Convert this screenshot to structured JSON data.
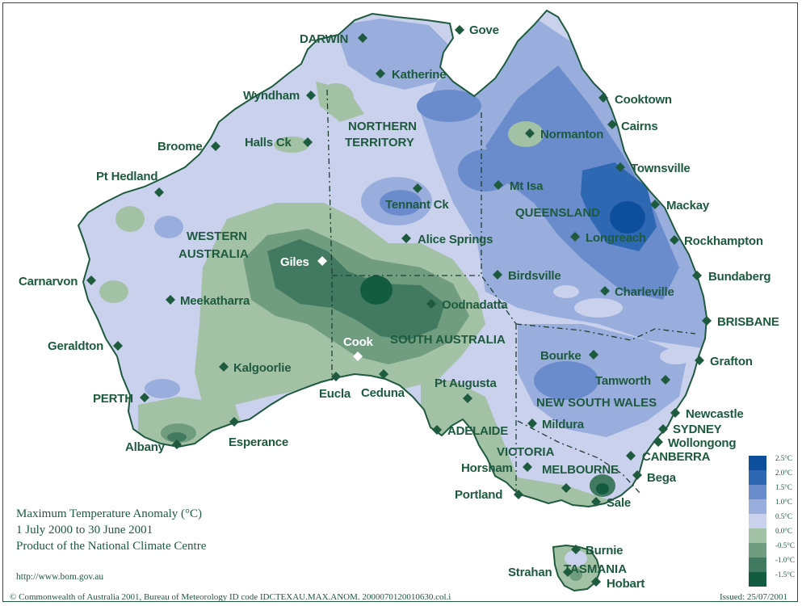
{
  "title": "Maximum Temperature Anomaly (°C)",
  "period": "1 July 2000 to 30 June 2001",
  "producer": "Product of the National Climate Centre",
  "url": "http://www.bom.gov.au",
  "copyright": "© Commonwealth of Australia 2001, Bureau of Meteorology ID code IDCTEXAU.MAX.ANOM. 2000070120010630.col.i",
  "issued": "Issued: 25/07/2001",
  "legend": [
    {
      "label": "2.5°C",
      "color": "#0d4f9c"
    },
    {
      "label": "2.0°C",
      "color": "#2e68b3"
    },
    {
      "label": "1.5°C",
      "color": "#6a8ccc"
    },
    {
      "label": "1.0°C",
      "color": "#99aedc"
    },
    {
      "label": "0.5°C",
      "color": "#c9d1ec"
    },
    {
      "label": "0.0°C",
      "color": "#a3c1a4"
    },
    {
      "label": "-0.5°C",
      "color": "#709d7f"
    },
    {
      "label": "-1.0°C",
      "color": "#417a60"
    },
    {
      "label": "-1.5°C",
      "color": "#145c41"
    }
  ],
  "regions": {
    "nt_line1": "NORTHERN",
    "nt_line2": "TERRITORY",
    "qld": "QUEENSLAND",
    "wa_line1": "WESTERN",
    "wa_line2": "AUSTRALIA",
    "sa": "SOUTH AUSTRALIA",
    "nsw": "NEW SOUTH WALES",
    "vic": "VICTORIA",
    "tas": "TASMANIA"
  },
  "places": {
    "darwin": "DARWIN",
    "gove": "Gove",
    "katherine": "Katherine",
    "wyndham": "Wyndham",
    "broome": "Broome",
    "halls_ck": "Halls Ck",
    "pt_hedland": "Pt Hedland",
    "carnarvon": "Carnarvon",
    "meekatharra": "Meekatharra",
    "geraldton": "Geraldton",
    "kalgoorlie": "Kalgoorlie",
    "perth": "PERTH",
    "albany": "Albany",
    "esperance": "Esperance",
    "eucla": "Eucla",
    "ceduna": "Ceduna",
    "giles": "Giles",
    "cook": "Cook",
    "tennant_ck": "Tennant Ck",
    "alice_springs": "Alice Springs",
    "mt_isa": "Mt Isa",
    "oodnadatta": "Oodnadatta",
    "birdsville": "Birdsville",
    "pt_augusta": "Pt Augusta",
    "adelaide": "ADELAIDE",
    "normanton": "Normanton",
    "cooktown": "Cooktown",
    "cairns": "Cairns",
    "townsville": "Townsville",
    "mackay": "Mackay",
    "longreach": "Longreach",
    "rockhampton": "Rockhampton",
    "bundaberg": "Bundaberg",
    "charleville": "Charleville",
    "brisbane": "BRISBANE",
    "bourke": "Bourke",
    "grafton": "Grafton",
    "tamworth": "Tamworth",
    "newcastle": "Newcastle",
    "sydney": "SYDNEY",
    "wollongong": "Wollongong",
    "canberra": "CANBERRA",
    "mildura": "Mildura",
    "horsham": "Horsham",
    "melbourne": "MELBOURNE",
    "portland": "Portland",
    "sale": "Sale",
    "bega": "Bega",
    "burnie": "Burnie",
    "strahan": "Strahan",
    "hobart": "Hobart"
  }
}
